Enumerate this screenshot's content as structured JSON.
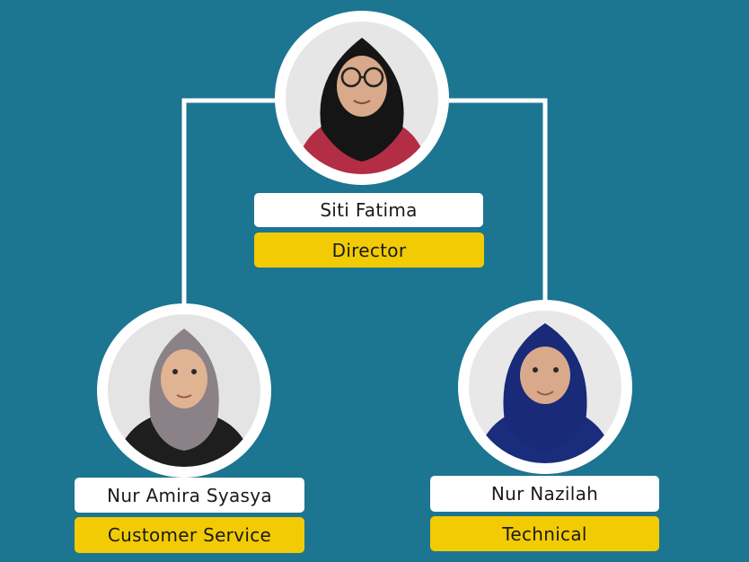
{
  "org_chart": {
    "members": [
      {
        "id": "director",
        "name": "Siti Fatima",
        "role": "Director",
        "photo": {
          "background": "#e6e6e6",
          "hijab": "#151515",
          "top": "#b32d44",
          "skin": "#d8a98a",
          "glasses": true
        }
      },
      {
        "id": "customer-service",
        "name": "Nur Amira Syasya",
        "role": "Customer Service",
        "photo": {
          "background": "#e4e4e4",
          "hijab": "#8a8286",
          "top": "#1e1e1e",
          "skin": "#e0b393",
          "glasses": false
        }
      },
      {
        "id": "technical",
        "name": "Nur Nazilah",
        "role": "Technical",
        "photo": {
          "background": "#e8e8e8",
          "hijab": "#182a78",
          "top": "#1a2c7c",
          "skin": "#d9a98c",
          "glasses": false
        }
      }
    ],
    "hierarchy": {
      "parent": "director",
      "children": [
        "customer-service",
        "technical"
      ]
    }
  },
  "colors": {
    "background": "#1c7591",
    "connector": "#ffffff",
    "name_box": "#ffffff",
    "role_box": "#f2cb05",
    "ring": "#ffffff"
  }
}
